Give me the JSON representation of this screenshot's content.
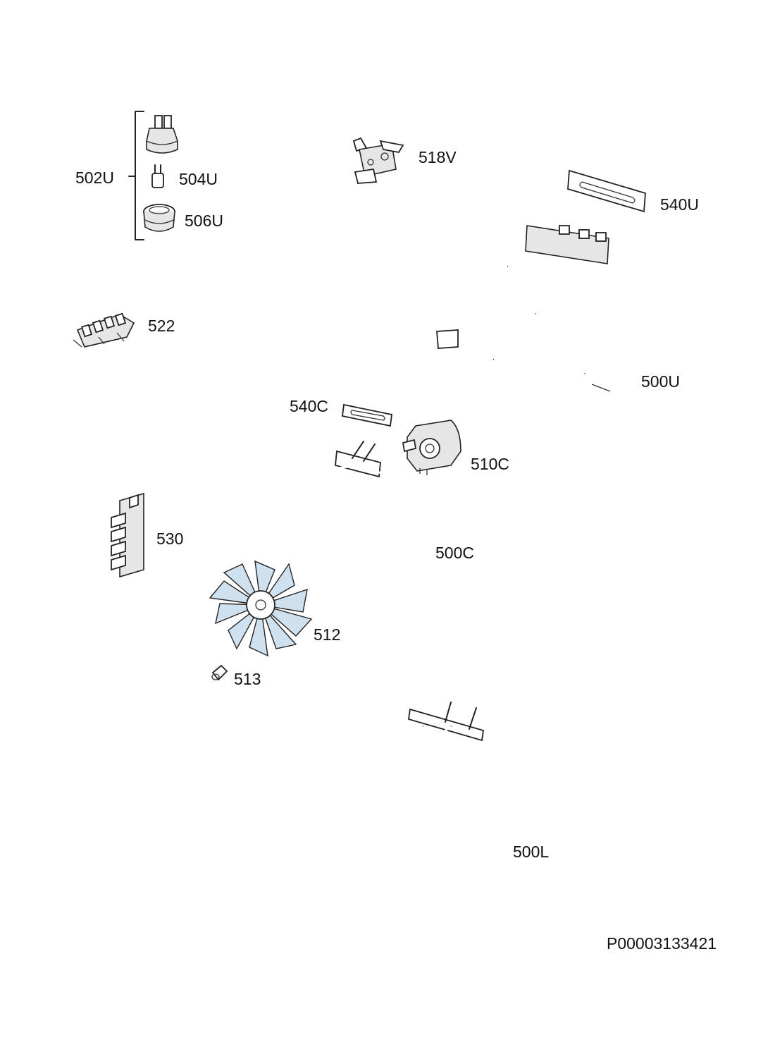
{
  "parts": {
    "p502U": "502U",
    "p504U": "504U",
    "p506U": "506U",
    "p518V": "518V",
    "p540U": "540U",
    "p522": "522",
    "p500U": "500U",
    "p540C": "540C",
    "p510C": "510C",
    "p530": "530",
    "p500C": "500C",
    "p512": "512",
    "p513": "513",
    "p500L": "500L"
  },
  "drawing_code": "P00003133421"
}
